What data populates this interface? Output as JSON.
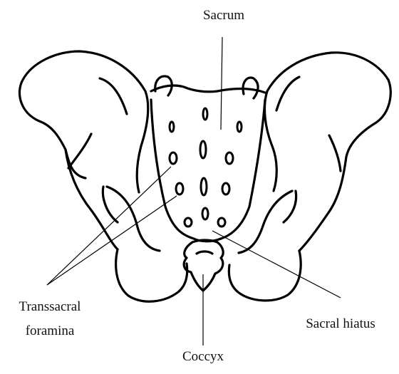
{
  "labels": {
    "sacrum": "Sacrum",
    "transsacral_line1": "Transsacral",
    "transsacral_line2": "foramina",
    "sacral_hiatus": "Sacral hiatus",
    "coccyx": "Coccyx"
  },
  "colors": {
    "ink": "#000000",
    "background": "#ffffff"
  }
}
